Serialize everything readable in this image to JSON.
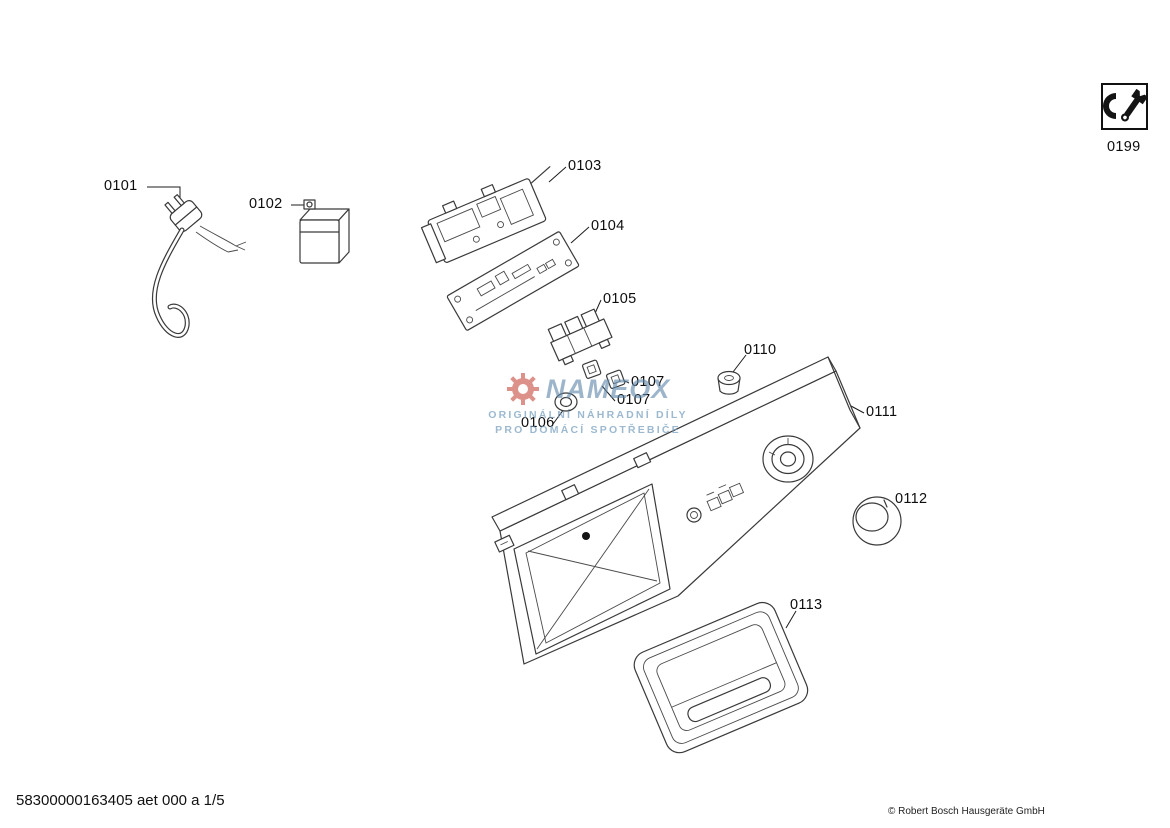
{
  "page": {
    "doc_number": "58300000163405 aet 000 a 1/5",
    "copyright": "© Robert Bosch Hausgeräte GmbH"
  },
  "watermark": {
    "brand": "NAMEOX",
    "tagline1": "ORIGINÁLNÍ NÁHRADNÍ DÍLY",
    "tagline2": "PRO DOMÁCÍ SPOTŘEBIČE"
  },
  "part_labels": {
    "p0101": "0101",
    "p0102": "0102",
    "p0103": "0103",
    "p0104": "0104",
    "p0105": "0105",
    "p0106": "0106",
    "p0107a": "0107",
    "p0107b": "0107",
    "p0110": "0110",
    "p0111": "0111",
    "p0112": "0112",
    "p0113": "0113",
    "p0199": "0199"
  }
}
